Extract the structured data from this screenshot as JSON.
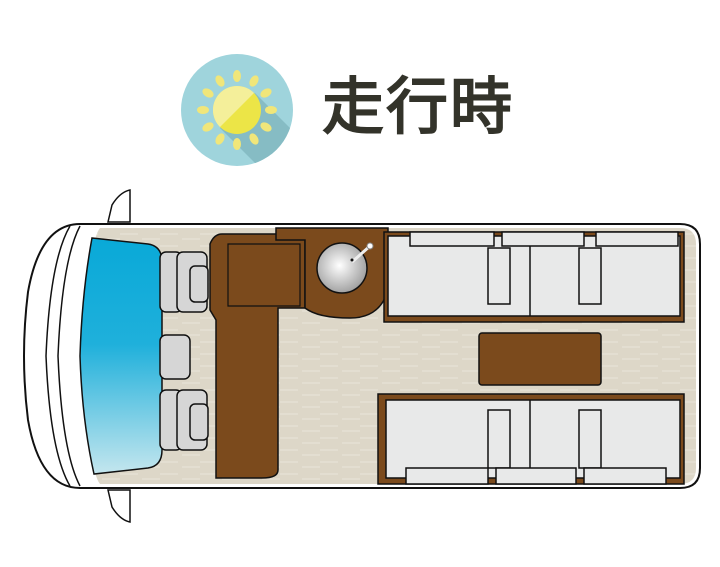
{
  "header": {
    "icon": "sun-icon",
    "title": "走行時"
  },
  "colors": {
    "icon_bg": "#9fd4dc",
    "icon_shadow": "#7fb4bc",
    "sun_light": "#f4ef9a",
    "sun_dark": "#ece547",
    "title_text": "#33332a",
    "floor": "#ddd7c8",
    "wood": "#7b4a1c",
    "seat": "#e8e9e9",
    "cab_seat": "#d6d6d6",
    "windshield_top": "#09a9d8",
    "windshield_bottom": "#bfe3ec",
    "outline": "#1a1a1a"
  },
  "floorplan": {
    "mode": "driving",
    "vehicle": "camper-van",
    "components": [
      "windshield",
      "cab-seats",
      "kitchen-counter",
      "sink",
      "bench-seat-upper",
      "bench-seat-lower",
      "table"
    ]
  }
}
